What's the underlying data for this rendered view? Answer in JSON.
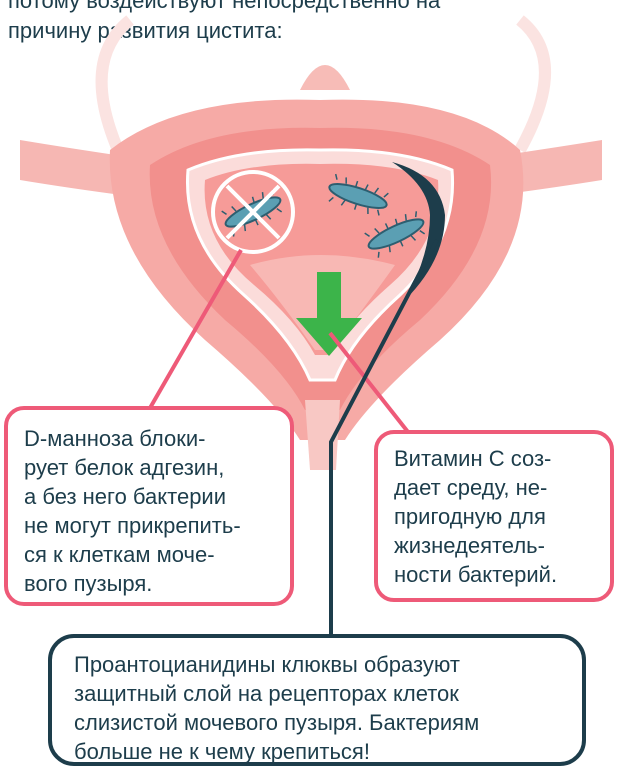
{
  "intro": {
    "line1": "потому воздействуют непосредственно на",
    "line2": "причину развития цистита:"
  },
  "callouts": {
    "dmannose": {
      "lines": [
        "D-манноза блоки-",
        "рует белок адгезин,",
        "а без него бактерии",
        "не могут прикрепить-",
        "ся к клеткам моче-",
        "вого пузыря."
      ]
    },
    "vitamin_c": {
      "lines": [
        "Витамин С соз-",
        "дает среду, не-",
        "пригодную для",
        "жизнедеятель-",
        "ности бактерий."
      ]
    },
    "proanthocyanidins": {
      "lines": [
        "Проантоцианидины клюквы образуют",
        "защитный слой на рецепторах клеток",
        "слизистой мочевого пузыря. Бактериям",
        "больше не к чему крепиться!"
      ]
    }
  },
  "colors": {
    "pink_accent": "#ee5a78",
    "dark_teal": "#1d3d4b",
    "arrow_green": "#3cb44a",
    "bladder_outer": "#f4a7a3",
    "bladder_inner": "#f08a8a",
    "bacteria": "#5b9fb3"
  },
  "icons": [
    "bladder-illustration",
    "bacteria-icon",
    "blocked-bacteria-icon",
    "down-arrow-icon",
    "protective-layer-icon"
  ]
}
